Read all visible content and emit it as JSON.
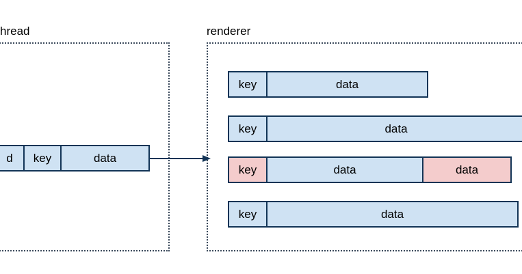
{
  "labels": {
    "left_region": "hread",
    "right_region": "renderer"
  },
  "left_record": {
    "partial": "d",
    "key": "key",
    "data": "data"
  },
  "renderer_records": [
    {
      "key": "key",
      "data": "data"
    },
    {
      "key": "key",
      "data": "data"
    },
    {
      "key": "key",
      "data": "data",
      "extra": "data"
    },
    {
      "key": "key",
      "data": "data"
    }
  ],
  "colors": {
    "box_fill": "#cfe2f3",
    "highlight_fill": "#f4cccc",
    "stroke": "#123456"
  }
}
